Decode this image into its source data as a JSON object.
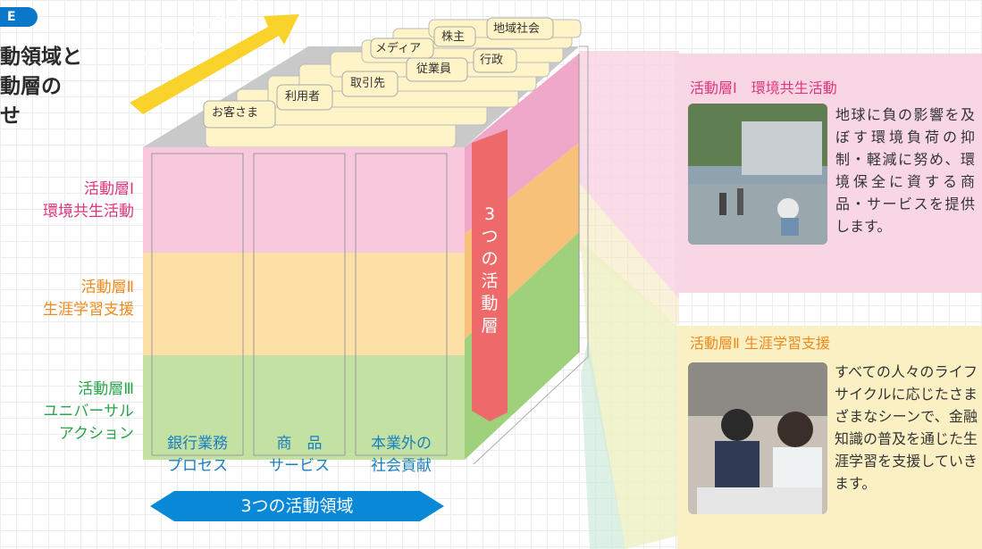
{
  "badge": "E",
  "title_lines": [
    "動領域と",
    "動層の",
    "せ"
  ],
  "stakeholder_arrow": "ステークホルダー",
  "stakeholders": [
    "お客さま",
    "利用者",
    "取引先",
    "従業員",
    "行政",
    "メディア",
    "株主",
    "地域社会"
  ],
  "layers": [
    {
      "name": "活動層Ⅰ",
      "sub": "環境共生活動",
      "color": "#e0357d"
    },
    {
      "name": "活動層Ⅱ",
      "sub": "生涯学習支援",
      "color": "#ef8a1f"
    },
    {
      "name": "活動層Ⅲ",
      "sub1": "ユニバーサル",
      "sub2": "アクション",
      "color": "#2aa54a"
    }
  ],
  "columns": [
    {
      "line1": "銀行業務",
      "line2": "プロセス"
    },
    {
      "line1": "商　品",
      "line2": "サービス"
    },
    {
      "line1": "本業外の",
      "line2": "社会貢献"
    }
  ],
  "domains_label": "3つの活動領域",
  "layers_label": [
    "3",
    "つ",
    "の",
    "活",
    "動",
    "層"
  ],
  "panel1": {
    "heading": "活動層Ⅰ　環境共生活動",
    "body": "地球に負の影響を及ぼす環境負荷の抑制・軽減に努め、環境保全に資する商品・サービスを提供します。"
  },
  "panel2": {
    "heading": "活動層Ⅱ 生涯学習支援",
    "body": "すべての人々のライフサイクルに応じたさまざまなシーンで、金融知識の普及を通じた生涯学習を支援していきます。"
  },
  "colors": {
    "pink": "#f8c9dd",
    "orange": "#fde0a6",
    "green": "#c4e1a4",
    "blue": "#0a78c8",
    "red": "#ee6a6a"
  }
}
